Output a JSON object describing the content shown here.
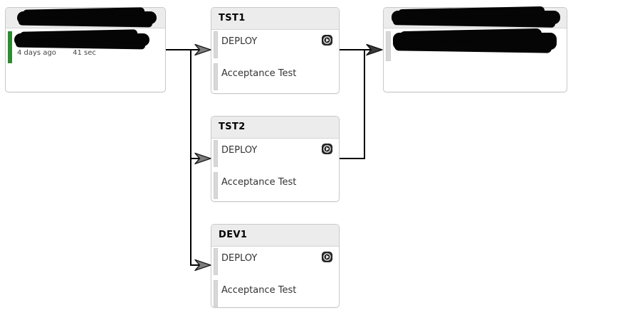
{
  "view": {
    "name": "pipeline-dependency-graph"
  },
  "colors": {
    "status_passed_green": "#2f8b2f",
    "card_header_bg": "#ececec",
    "card_border": "#c9c9c9",
    "stage_bar_gray": "#d8d8d8",
    "connector_line": "#000000",
    "arrowhead_fill": "#7d7d7d",
    "trigger_button_bg": "#2e2e2e"
  },
  "upstream": {
    "title_redacted": true,
    "revision_redacted": true,
    "status": "passed",
    "meta": {
      "last_run": "4 days ago",
      "duration": "41 sec"
    }
  },
  "pipelines": [
    {
      "name": "TST1",
      "stages": [
        {
          "label": "DEPLOY",
          "trigger": true
        },
        {
          "label": "Acceptance Test",
          "trigger": false
        }
      ]
    },
    {
      "name": "TST2",
      "stages": [
        {
          "label": "DEPLOY",
          "trigger": true
        },
        {
          "label": "Acceptance Test",
          "trigger": false
        }
      ]
    },
    {
      "name": "DEV1",
      "stages": [
        {
          "label": "DEPLOY",
          "trigger": true
        },
        {
          "label": "Acceptance Test",
          "trigger": false
        }
      ]
    }
  ],
  "downstream": {
    "title_redacted": true,
    "body_redacted": true
  }
}
